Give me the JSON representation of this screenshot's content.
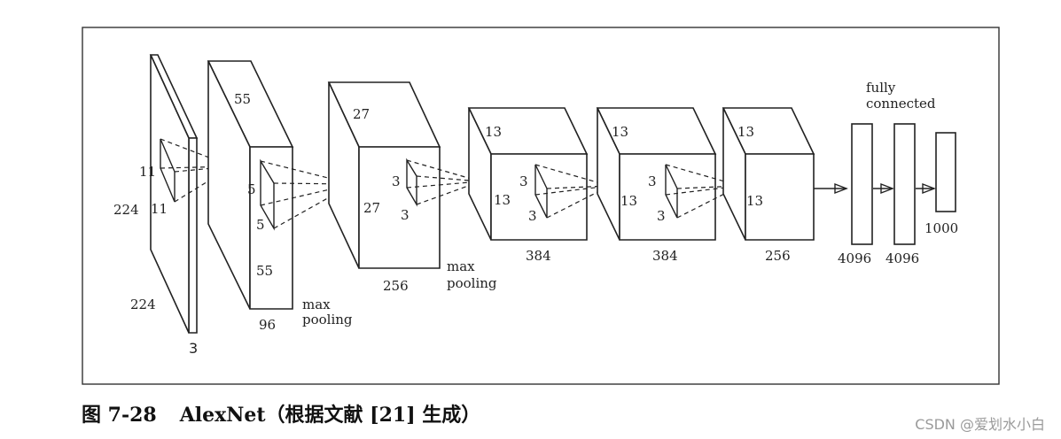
{
  "caption": {
    "figure_number": "图 7-28",
    "title": "AlexNet（根据文献 [21] 生成）"
  },
  "watermark": "CSDN @爱划水小白",
  "input": {
    "height": "224",
    "width": "224",
    "depth": "3",
    "kernel_h": "11",
    "kernel_w": "11"
  },
  "conv1": {
    "height": "55",
    "width": "55",
    "depth": "96",
    "kernel_h": "5",
    "kernel_w": "5",
    "pool_label_1": "max",
    "pool_label_2": "pooling"
  },
  "conv2": {
    "height": "27",
    "width": "27",
    "depth": "256",
    "kernel_h": "3",
    "kernel_w": "3",
    "pool_label_1": "max",
    "pool_label_2": "pooling"
  },
  "conv3": {
    "height": "13",
    "width": "13",
    "depth": "384",
    "kernel_h": "3",
    "kernel_w": "3"
  },
  "conv4": {
    "height": "13",
    "width": "13",
    "depth": "384",
    "kernel_h": "3",
    "kernel_w": "3"
  },
  "conv5": {
    "height": "13",
    "width": "13",
    "depth": "256"
  },
  "fc": {
    "label_1": "fully",
    "label_2": "connected",
    "fc1": "4096",
    "fc2": "4096",
    "fc3": "1000"
  }
}
